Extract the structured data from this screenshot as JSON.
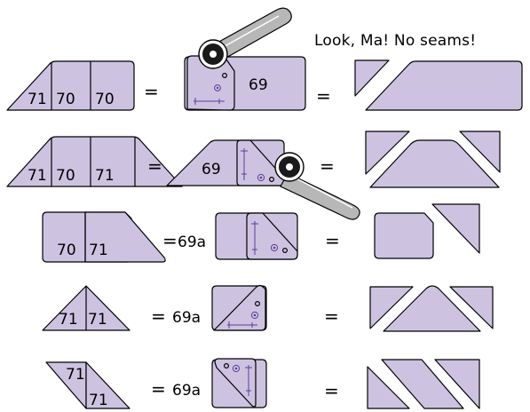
{
  "caption": "Look, Ma! No seams!",
  "colors": {
    "fill": "#cdc3e1",
    "stroke": "#000000",
    "ink": "#5b3b9a",
    "handle": "#b7b7b7",
    "blade": "#1a1a1a"
  },
  "rows": [
    {
      "source_labels": [
        "71",
        "70",
        "70"
      ],
      "equals_1": "=",
      "ruler_prefix": "",
      "ruler_label": "69",
      "equals_2": "="
    },
    {
      "source_labels": [
        "71",
        "70",
        "71"
      ],
      "equals_1": "=",
      "ruler_prefix": "",
      "ruler_label": "69",
      "equals_2": "="
    },
    {
      "source_labels": [
        "70",
        "71"
      ],
      "equals_1": "=",
      "ruler_prefix": "69a",
      "ruler_label": "",
      "equals_2": "="
    },
    {
      "source_labels": [
        "71",
        "71"
      ],
      "equals_1": "=",
      "ruler_prefix": "69a",
      "ruler_label": "",
      "equals_2": "="
    },
    {
      "source_labels": [
        "71",
        "71"
      ],
      "equals_1": "=",
      "ruler_prefix": "69a",
      "ruler_label": "",
      "equals_2": "="
    }
  ],
  "tool_icon": "rotary-cutter-icon"
}
